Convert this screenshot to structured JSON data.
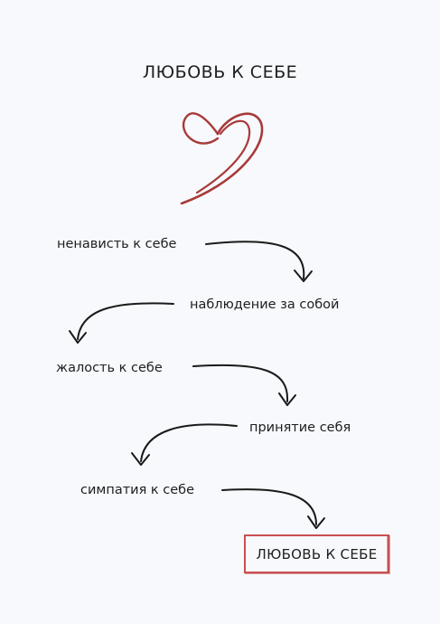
{
  "title": "ЛЮБОВЬ К СЕБЕ",
  "steps": [
    "ненависть к себе",
    "наблюдение за собой",
    "жалость к себе",
    "принятие себя",
    "симпатия к себе"
  ],
  "final": "ЛЮБОВЬ К СЕБЕ",
  "colors": {
    "background": "#f7f9fc",
    "text": "#1f1f1f",
    "heart": "#a83a3a",
    "final_border": "#c85050"
  },
  "icons": {
    "heart": "heart-icon"
  }
}
